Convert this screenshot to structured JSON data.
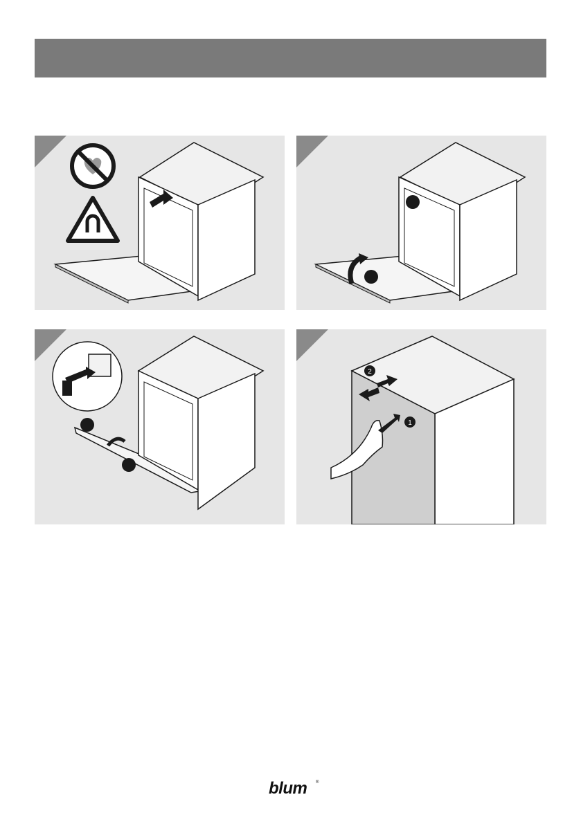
{
  "colors": {
    "header": "#7a7a7a",
    "panel_bg": "#e6e6e6",
    "step_corner": "#8a8a8a",
    "line": "#1a1a1a",
    "door_gray": "#cfcfcf"
  },
  "panels": [
    {
      "id": "panel-1",
      "icons": [
        "no-pacemaker-icon",
        "magnet-warning-icon",
        "push-arrow-icon"
      ]
    },
    {
      "id": "panel-2",
      "icons": [
        "rotate-arrow-icon",
        "step-marker-icon"
      ]
    },
    {
      "id": "panel-3",
      "icons": [
        "power-plug-icon",
        "socket-icon",
        "rotate-arrow-icon"
      ],
      "markers": [
        "",
        ""
      ]
    },
    {
      "id": "panel-4",
      "icons": [
        "hand-icon",
        "double-arrow-icon"
      ],
      "markers": [
        "1",
        "2"
      ]
    }
  ],
  "logo": {
    "text": "blum",
    "mark": "®"
  }
}
